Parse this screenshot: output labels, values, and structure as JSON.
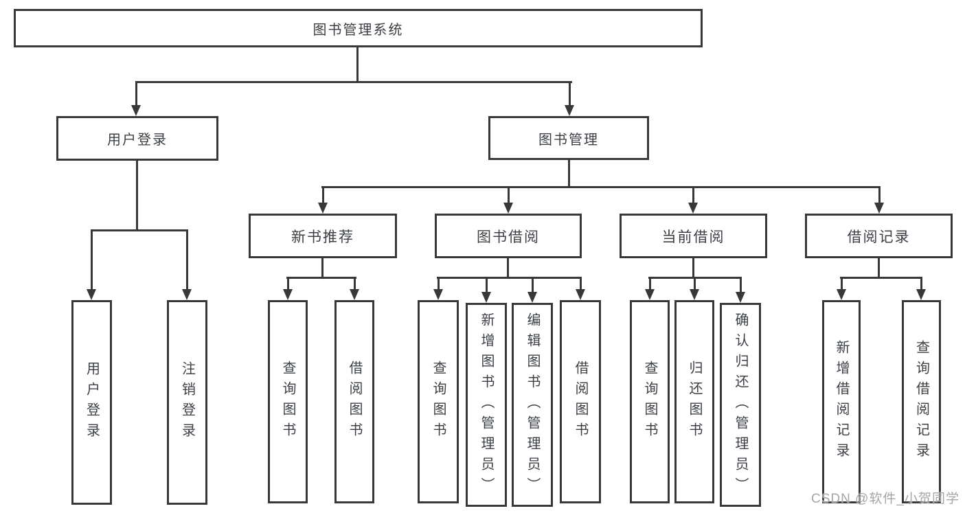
{
  "nodes": {
    "root": "图书管理系统",
    "user_login": "用户登录",
    "book_mgmt": "图书管理",
    "new_books": "新书推荐",
    "book_borrow": "图书借阅",
    "current_borrow": "当前借阅",
    "borrow_records": "借阅记录",
    "leaf_user_login": "用户登录",
    "leaf_logout": "注销登录",
    "nb_query": "查询图书",
    "nb_borrow": "借阅图书",
    "bb_query": "查询图书",
    "bb_add": "新增图书（管理员）",
    "bb_edit": "编辑图书（管理员）",
    "bb_borrow": "借阅图书",
    "cb_query": "查询图书",
    "cb_return": "归还图书",
    "cb_confirm": "确认归还（管理员）",
    "br_add": "新增借阅记录",
    "br_query": "查询借阅记录"
  },
  "watermark": "CSDN @软件_小贺同学",
  "colors": {
    "line": "#383838",
    "text": "#3c4045",
    "watermark": "#a5a5a5",
    "background": "#ffffff"
  }
}
